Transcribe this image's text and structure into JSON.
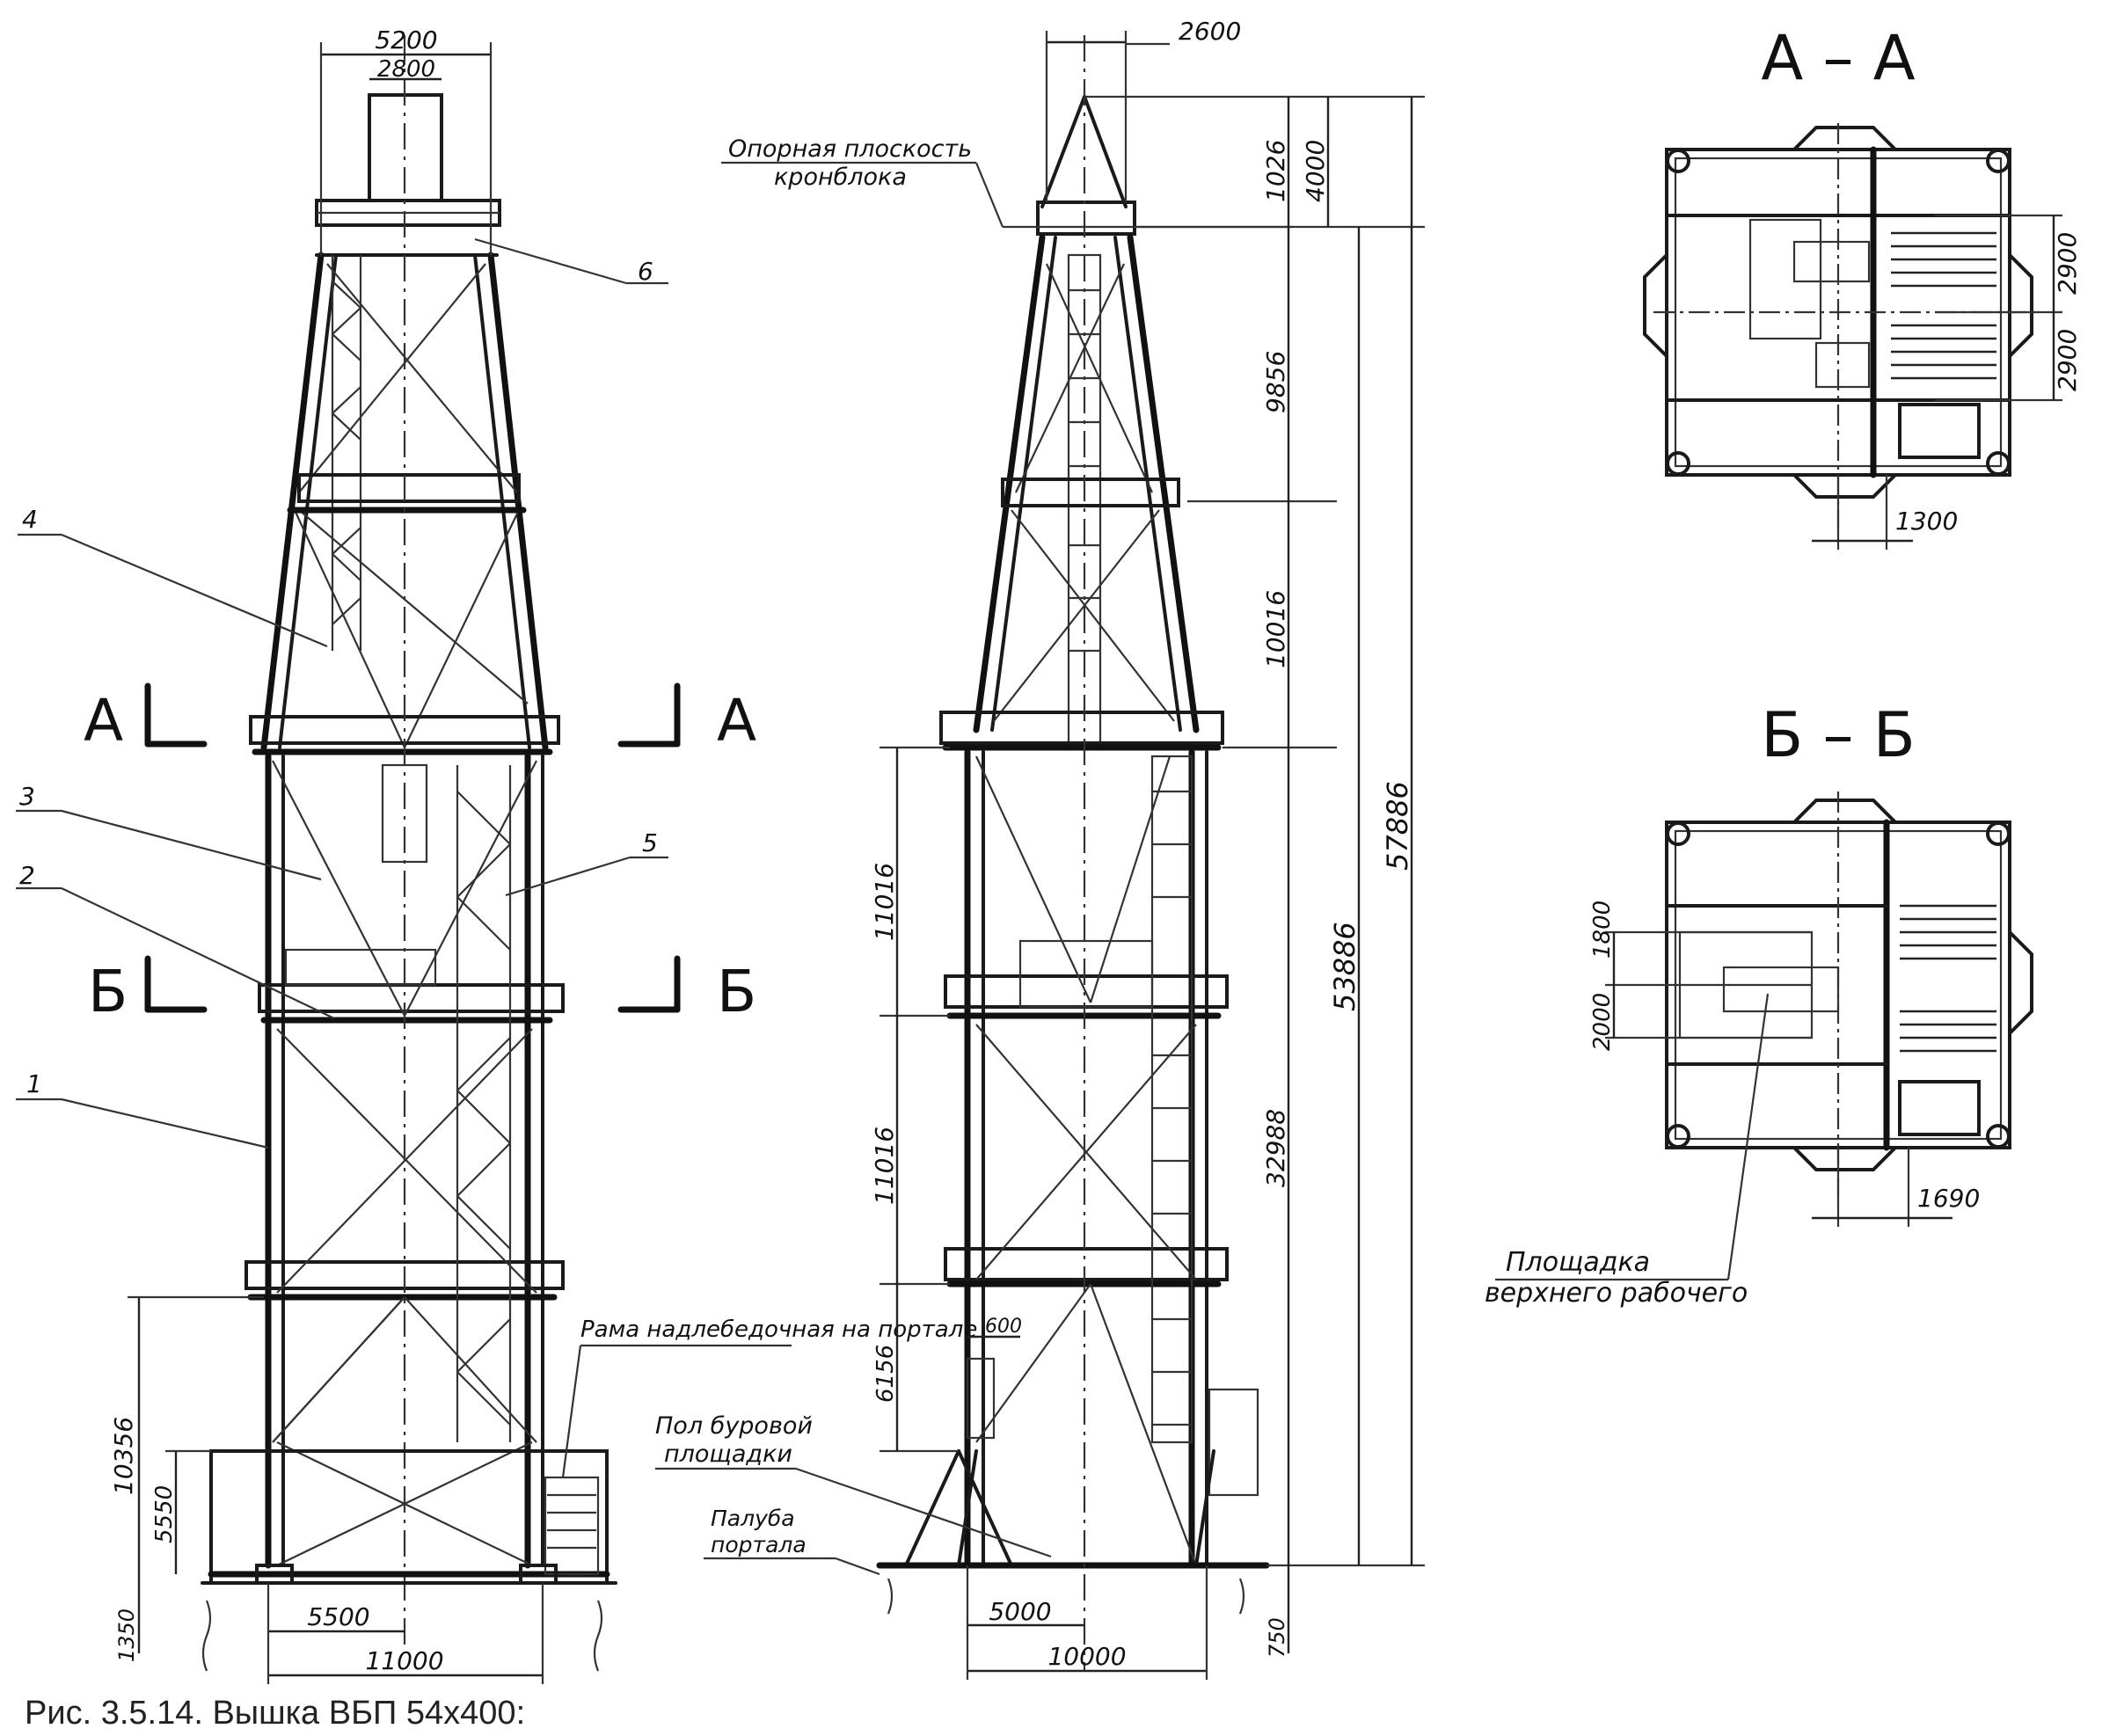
{
  "caption": "Рис. 3.5.14.  Вышка ВБП 54x400:",
  "front_view": {
    "dims": {
      "top_width": "5200",
      "crown_width": "2800",
      "height_10356": "10356",
      "height_5550": "5550",
      "height_1350": "1350",
      "half_base": "5500",
      "base": "11000"
    },
    "callouts": [
      "1",
      "2",
      "3",
      "4",
      "5",
      "6"
    ],
    "section_marks": {
      "aa_left": "A",
      "aa_right": "A",
      "bb_left": "Б",
      "bb_right": "Б"
    },
    "note_frame_label": "Рама надлебедочная на портале"
  },
  "side_view": {
    "dims": {
      "top_offset": "2600",
      "d_4000": "4000",
      "d_1026": "1026",
      "d_9856": "9856",
      "d_10016": "10016",
      "d_57886": "57886",
      "d_53886": "53886",
      "d_11016_upper": "11016",
      "d_11016_lower": "11016",
      "d_32988": "32988",
      "d_6156": "6156",
      "d_600": "600",
      "d_750": "750",
      "half_base": "5000",
      "base": "10000"
    },
    "labels": {
      "crown_plane_1": "Опорная плоскость",
      "crown_plane_2": "кронблока",
      "rig_floor_1": "Пол буровой",
      "rig_floor_2": "площадки",
      "portal_deck_1": "Палуба",
      "portal_deck_2": "портала"
    }
  },
  "section_aa": {
    "title": "А – А",
    "dim_2900_upper": "2900",
    "dim_2900_lower": "2900",
    "dim_1300": "1300"
  },
  "section_bb": {
    "title": "Б – Б",
    "dim_1800": "1800",
    "dim_2000": "2000",
    "dim_1690": "1690",
    "platform_label_1": "Площадка",
    "platform_label_2": "верхнего рабочего"
  }
}
